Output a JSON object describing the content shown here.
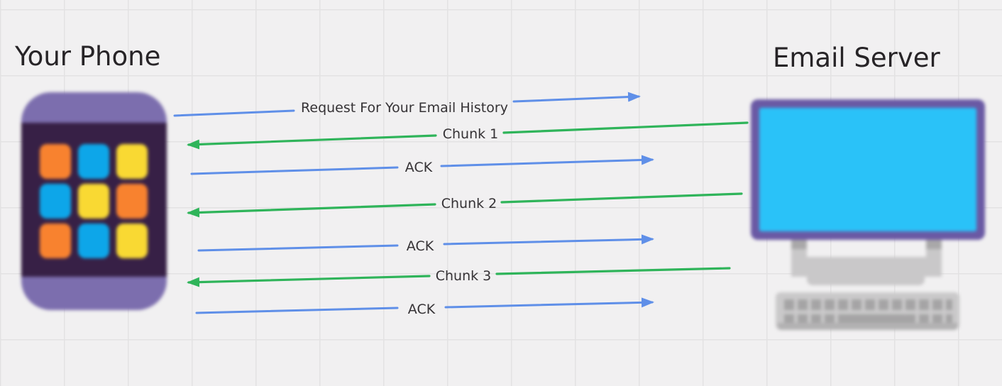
{
  "diagram": {
    "left_node": {
      "title": "Your Phone",
      "icon": "smartphone-app-grid"
    },
    "right_node": {
      "title": "Email Server",
      "icon": "desktop-computer"
    },
    "messages": [
      {
        "label": "Request For Your Email History",
        "from": "phone",
        "to": "server",
        "color": "#5f8fe8"
      },
      {
        "label": "Chunk 1",
        "from": "server",
        "to": "phone",
        "color": "#2fb45a"
      },
      {
        "label": "ACK",
        "from": "phone",
        "to": "server",
        "color": "#5f8fe8"
      },
      {
        "label": "Chunk 2",
        "from": "server",
        "to": "phone",
        "color": "#2fb45a"
      },
      {
        "label": "ACK",
        "from": "phone",
        "to": "server",
        "color": "#5f8fe8"
      },
      {
        "label": "Chunk 3",
        "from": "server",
        "to": "phone",
        "color": "#2fb45a"
      },
      {
        "label": "ACK",
        "from": "phone",
        "to": "server",
        "color": "#5f8fe8"
      }
    ]
  },
  "colors": {
    "background": "#f1f0f1",
    "grid_line": "#e3e2e3",
    "arrow_blue": "#5f8fe8",
    "arrow_green": "#2fb45a",
    "title_text": "#272427",
    "label_text": "#353235"
  }
}
